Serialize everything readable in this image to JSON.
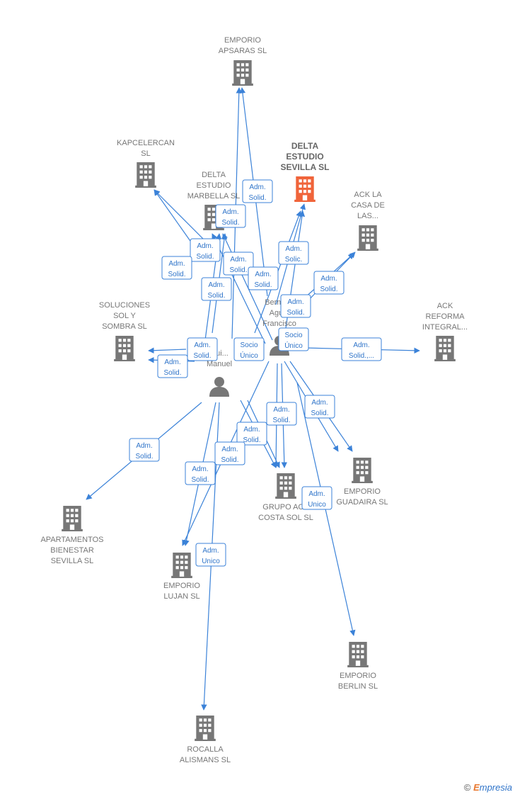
{
  "companies": [
    {
      "id": "emporio_apsaras",
      "lines": [
        "EMPORIO",
        "APSARAS SL"
      ],
      "main": false
    },
    {
      "id": "kapcelercan",
      "lines": [
        "KAPCELERCAN",
        "SL"
      ],
      "main": false
    },
    {
      "id": "delta_sevilla",
      "lines": [
        "DELTA",
        "ESTUDIO",
        "SEVILLA  SL"
      ],
      "main": true
    },
    {
      "id": "delta_marbella",
      "lines": [
        "DELTA",
        "ESTUDIO",
        "MARBELLA  SL"
      ],
      "main": false
    },
    {
      "id": "ack_casa",
      "lines": [
        "ACK LA",
        "CASA DE",
        "LAS..."
      ],
      "main": false
    },
    {
      "id": "soluciones",
      "lines": [
        "SOLUCIONES",
        "SOL Y",
        "SOMBRA  SL"
      ],
      "main": false
    },
    {
      "id": "ack_reforma",
      "lines": [
        "ACK",
        "REFORMA",
        "INTEGRAL..."
      ],
      "main": false
    },
    {
      "id": "emporio_guadaira",
      "lines": [
        "EMPORIO",
        "GUADAIRA SL"
      ],
      "main": false
    },
    {
      "id": "grupo_costa",
      "lines": [
        "GRUPO ACK",
        "COSTA SOL  SL"
      ],
      "main": false
    },
    {
      "id": "apartamentos",
      "lines": [
        "APARTAMENTOS",
        "BIENESTAR",
        "SEVILLA  SL"
      ],
      "main": false
    },
    {
      "id": "emporio_lujan",
      "lines": [
        "EMPORIO",
        "LUJAN  SL"
      ],
      "main": false
    },
    {
      "id": "emporio_berlin",
      "lines": [
        "EMPORIO",
        "BERLIN  SL"
      ],
      "main": false
    },
    {
      "id": "rocalla",
      "lines": [
        "ROCALLA",
        "ALISMANS  SL"
      ],
      "main": false
    }
  ],
  "persons": [
    {
      "id": "bermudez",
      "lines": [
        "Bermu...",
        "Agu...",
        "Francisco"
      ]
    },
    {
      "id": "ruiz",
      "lines": [
        "Rui...",
        "Manuel"
      ]
    }
  ],
  "relations": [
    {
      "id": "r1",
      "lines": [
        "Adm.",
        "Solid."
      ]
    },
    {
      "id": "r2",
      "lines": [
        "Adm.",
        "Solid."
      ]
    },
    {
      "id": "r3",
      "lines": [
        "Adm.",
        "Solid."
      ]
    },
    {
      "id": "r4",
      "lines": [
        "Adm.",
        "Solic."
      ]
    },
    {
      "id": "r5",
      "lines": [
        "Adm.",
        "Solid."
      ]
    },
    {
      "id": "r6",
      "lines": [
        "Adm.",
        "Solid."
      ]
    },
    {
      "id": "r7",
      "lines": [
        "Adm.",
        "Solid."
      ]
    },
    {
      "id": "r8",
      "lines": [
        "Adm.",
        "Solid."
      ]
    },
    {
      "id": "r9",
      "lines": [
        "Adm.",
        "Solid."
      ]
    },
    {
      "id": "r10",
      "lines": [
        "Adm.",
        "Solid."
      ]
    },
    {
      "id": "r11",
      "lines": [
        "Socio",
        "Único"
      ]
    },
    {
      "id": "r12",
      "lines": [
        "Socio",
        "Único"
      ]
    },
    {
      "id": "r13",
      "lines": [
        "Adm.",
        "Solid.,..."
      ]
    },
    {
      "id": "r14",
      "lines": [
        "Adm.",
        "Solid."
      ]
    },
    {
      "id": "r15",
      "lines": [
        "Adm.",
        "Solid."
      ]
    },
    {
      "id": "r16",
      "lines": [
        "Adm.",
        "Solid."
      ]
    },
    {
      "id": "r17",
      "lines": [
        "Adm.",
        "Solid."
      ]
    },
    {
      "id": "r18",
      "lines": [
        "Adm.",
        "Solid."
      ]
    },
    {
      "id": "r19",
      "lines": [
        "Adm.",
        "Solid."
      ]
    },
    {
      "id": "r20",
      "lines": [
        "Adm.",
        "Solid."
      ]
    },
    {
      "id": "r21",
      "lines": [
        "Adm.",
        "Unico"
      ]
    },
    {
      "id": "r22",
      "lines": [
        "Adm.",
        "Unico"
      ]
    },
    {
      "id": "r23",
      "lines": [
        "Adm.",
        "Solid."
      ]
    }
  ],
  "colors": {
    "edge": "#3b82d8",
    "building": "#777777",
    "building_main": "#f0643a",
    "person": "#777777"
  },
  "footer": {
    "copyright": "©",
    "brand_initial": "E",
    "brand_rest": "mpresia"
  }
}
